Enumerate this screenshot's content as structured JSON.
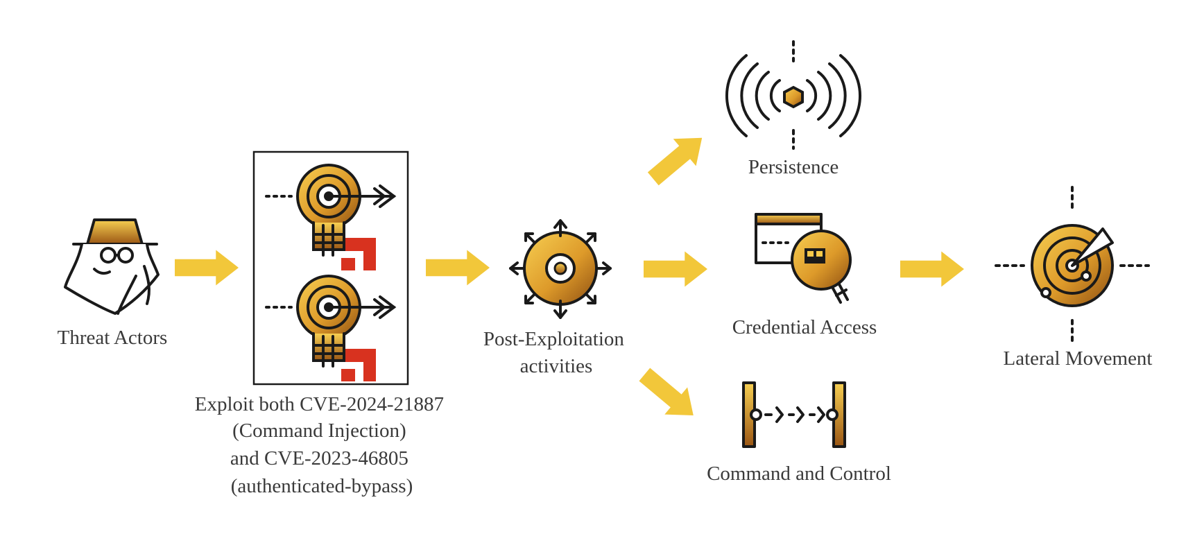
{
  "colors": {
    "arrow": "#f2c73a",
    "gold_light": "#f6c94a",
    "gold_dark": "#9c5a14",
    "outline": "#1a1a1a",
    "red": "#d8321f"
  },
  "nodes": {
    "threat_actors": {
      "label": "Threat Actors",
      "icon": "spy-icon"
    },
    "exploit": {
      "lines": [
        "Exploit both  CVE-2024-21887",
        "(Command Injection)",
        "and CVE-2023-46805",
        "(authenticated-bypass)"
      ],
      "icon": "target-lightbulb-icon"
    },
    "post_exploitation": {
      "lines": [
        "Post-Exploitation",
        "activities"
      ],
      "icon": "spreading-target-icon"
    },
    "persistence": {
      "label": "Persistence",
      "icon": "broadcast-signal-icon"
    },
    "credential_access": {
      "label": "Credential Access",
      "icon": "window-magnifier-icon"
    },
    "command_control": {
      "label": "Command and Control",
      "icon": "connection-link-icon"
    },
    "lateral_movement": {
      "label": "Lateral Movement",
      "icon": "radar-icon"
    }
  }
}
